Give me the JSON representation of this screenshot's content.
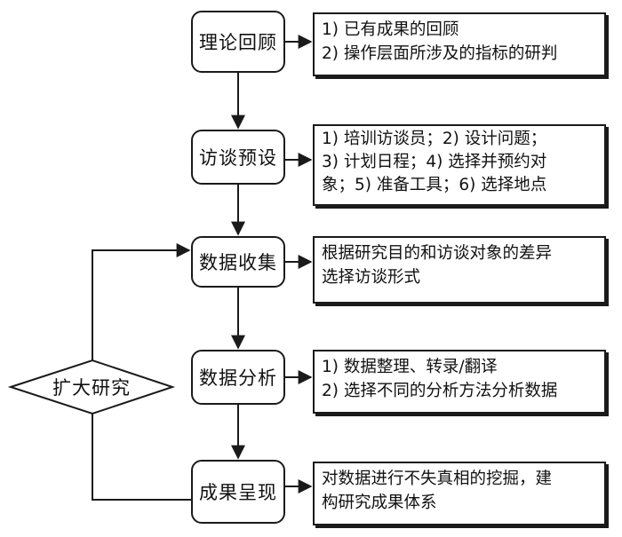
{
  "steps": [
    {
      "id": "theory-review",
      "label": "理论回顾"
    },
    {
      "id": "interview-preset",
      "label": "访谈预设"
    },
    {
      "id": "data-collection",
      "label": "数据收集"
    },
    {
      "id": "data-analysis",
      "label": "数据分析"
    },
    {
      "id": "results-presentation",
      "label": "成果呈现"
    }
  ],
  "notes": [
    {
      "lines": [
        "1) 已有成果的回顾",
        "2) 操作层面所涉及的指标的研判"
      ]
    },
    {
      "lines": [
        "1) 培训访谈员；2) 设计问题；",
        "3) 计划日程；4) 选择并预约对",
        "象；5) 准备工具；6) 选择地点"
      ]
    },
    {
      "lines": [
        "根据研究目的和访谈对象的差异",
        "选择访谈形式"
      ]
    },
    {
      "lines": [
        "1) 数据整理、转录/翻译",
        "2) 选择不同的分析方法分析数据"
      ]
    },
    {
      "lines": [
        "对数据进行不失真相的挖掘，建",
        "构研究成果体系"
      ]
    }
  ],
  "decision": {
    "label": "扩大研究"
  }
}
